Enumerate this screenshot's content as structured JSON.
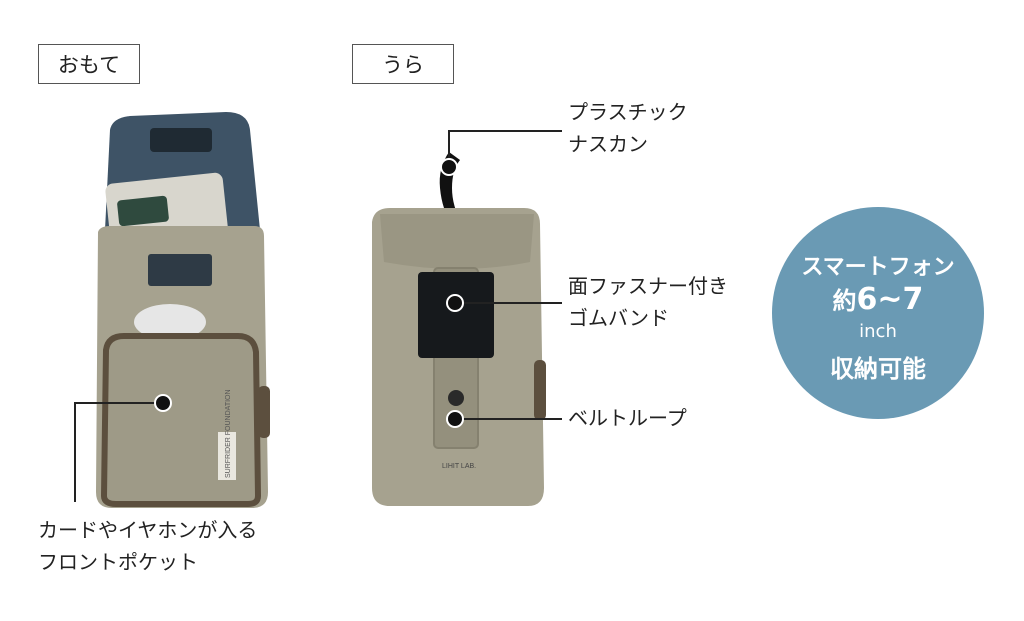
{
  "labels": {
    "front": "おもて",
    "back": "うら"
  },
  "callouts": {
    "carabiner_line1": "プラスチック",
    "carabiner_line2": "ナスカン",
    "band_line1": "面ファスナー付き",
    "band_line2": "ゴムバンド",
    "belt_loop": "ベルトループ",
    "pocket_line1": "カードやイヤホンが入る",
    "pocket_line2": "フロントポケット"
  },
  "badge": {
    "line1": "スマートフォン",
    "size_prefix": "約",
    "size_value": "6~7",
    "unit": "inch",
    "line3": "収納可能"
  },
  "product_logos": {
    "front_logo": "SURFRIDER FOUNDATION",
    "back_logo": "LIHIT LAB."
  },
  "colors": {
    "pouch": "#a6a28f",
    "pouch_dark": "#8c8876",
    "flap_inner": "#3e5366",
    "badge": "#6a9ab4"
  }
}
